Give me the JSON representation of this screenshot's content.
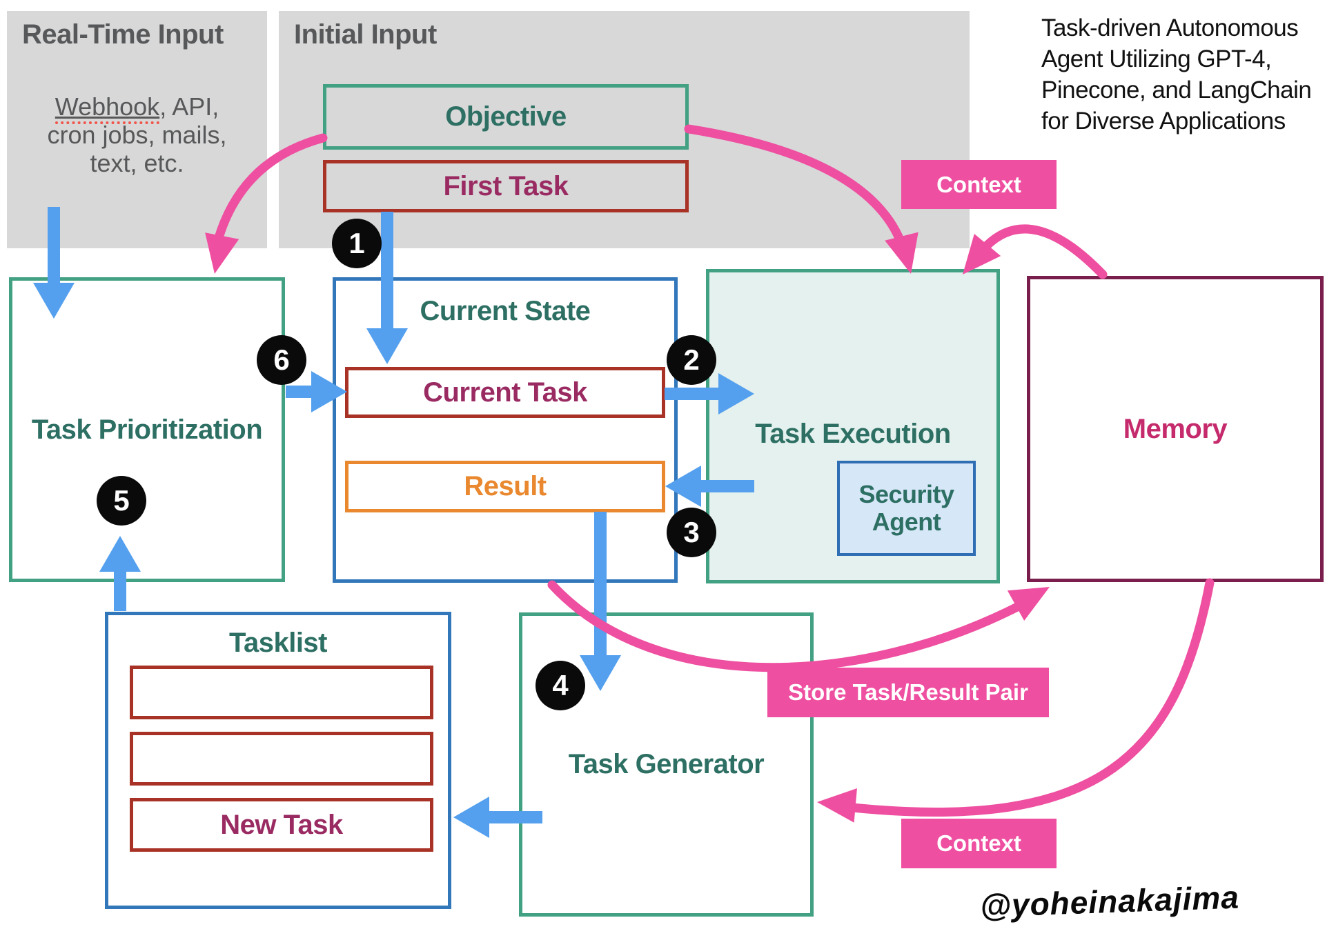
{
  "title": {
    "lines": [
      "Task-driven Autonomous",
      "Agent Utilizing GPT-4,",
      "Pinecone, and LangChain",
      "for Diverse Applications"
    ]
  },
  "panels": {
    "realtime": {
      "heading": "Real-Time Input",
      "body_line1_underlined": "Webhook",
      "body_line1_rest": ", API,",
      "body_line2": "cron jobs, mails,",
      "body_line3": "text, etc."
    },
    "initial": {
      "heading": "Initial Input"
    }
  },
  "boxes": {
    "objective": "Objective",
    "first_task": "First Task",
    "task_prioritization": "Task Prioritization",
    "current_state": "Current State",
    "current_task": "Current Task",
    "result": "Result",
    "task_execution": "Task Execution",
    "security_agent_line1": "Security",
    "security_agent_line2": "Agent",
    "memory": "Memory",
    "tasklist": "Tasklist",
    "new_task": "New Task",
    "task_generator": "Task Generator"
  },
  "badges": {
    "context_top": "Context",
    "store_pair": "Store Task/Result Pair",
    "context_bottom": "Context"
  },
  "steps": [
    "1",
    "2",
    "3",
    "4",
    "5",
    "6"
  ],
  "signature": "@yoheinakajima",
  "colors": {
    "panel_gray": "#d8d8d8",
    "gray_text": "#57585a",
    "teal_border": "#43a183",
    "teal_text": "#2d6f63",
    "blue_border": "#3377bb",
    "brick_red_border": "#a93226",
    "maroon_text": "#9a2b62",
    "orange": "#e9882f",
    "memory_border": "#7a1e4d",
    "memory_text": "#c52a6c",
    "pink_accent": "#ee4fa0",
    "blue_arrow": "#54a0ee",
    "task_execution_fill": "#e4f1ee",
    "security_agent_fill": "#d6e7f8",
    "security_agent_border": "#2f6eb5",
    "circle_black": "#0a0a0a"
  }
}
